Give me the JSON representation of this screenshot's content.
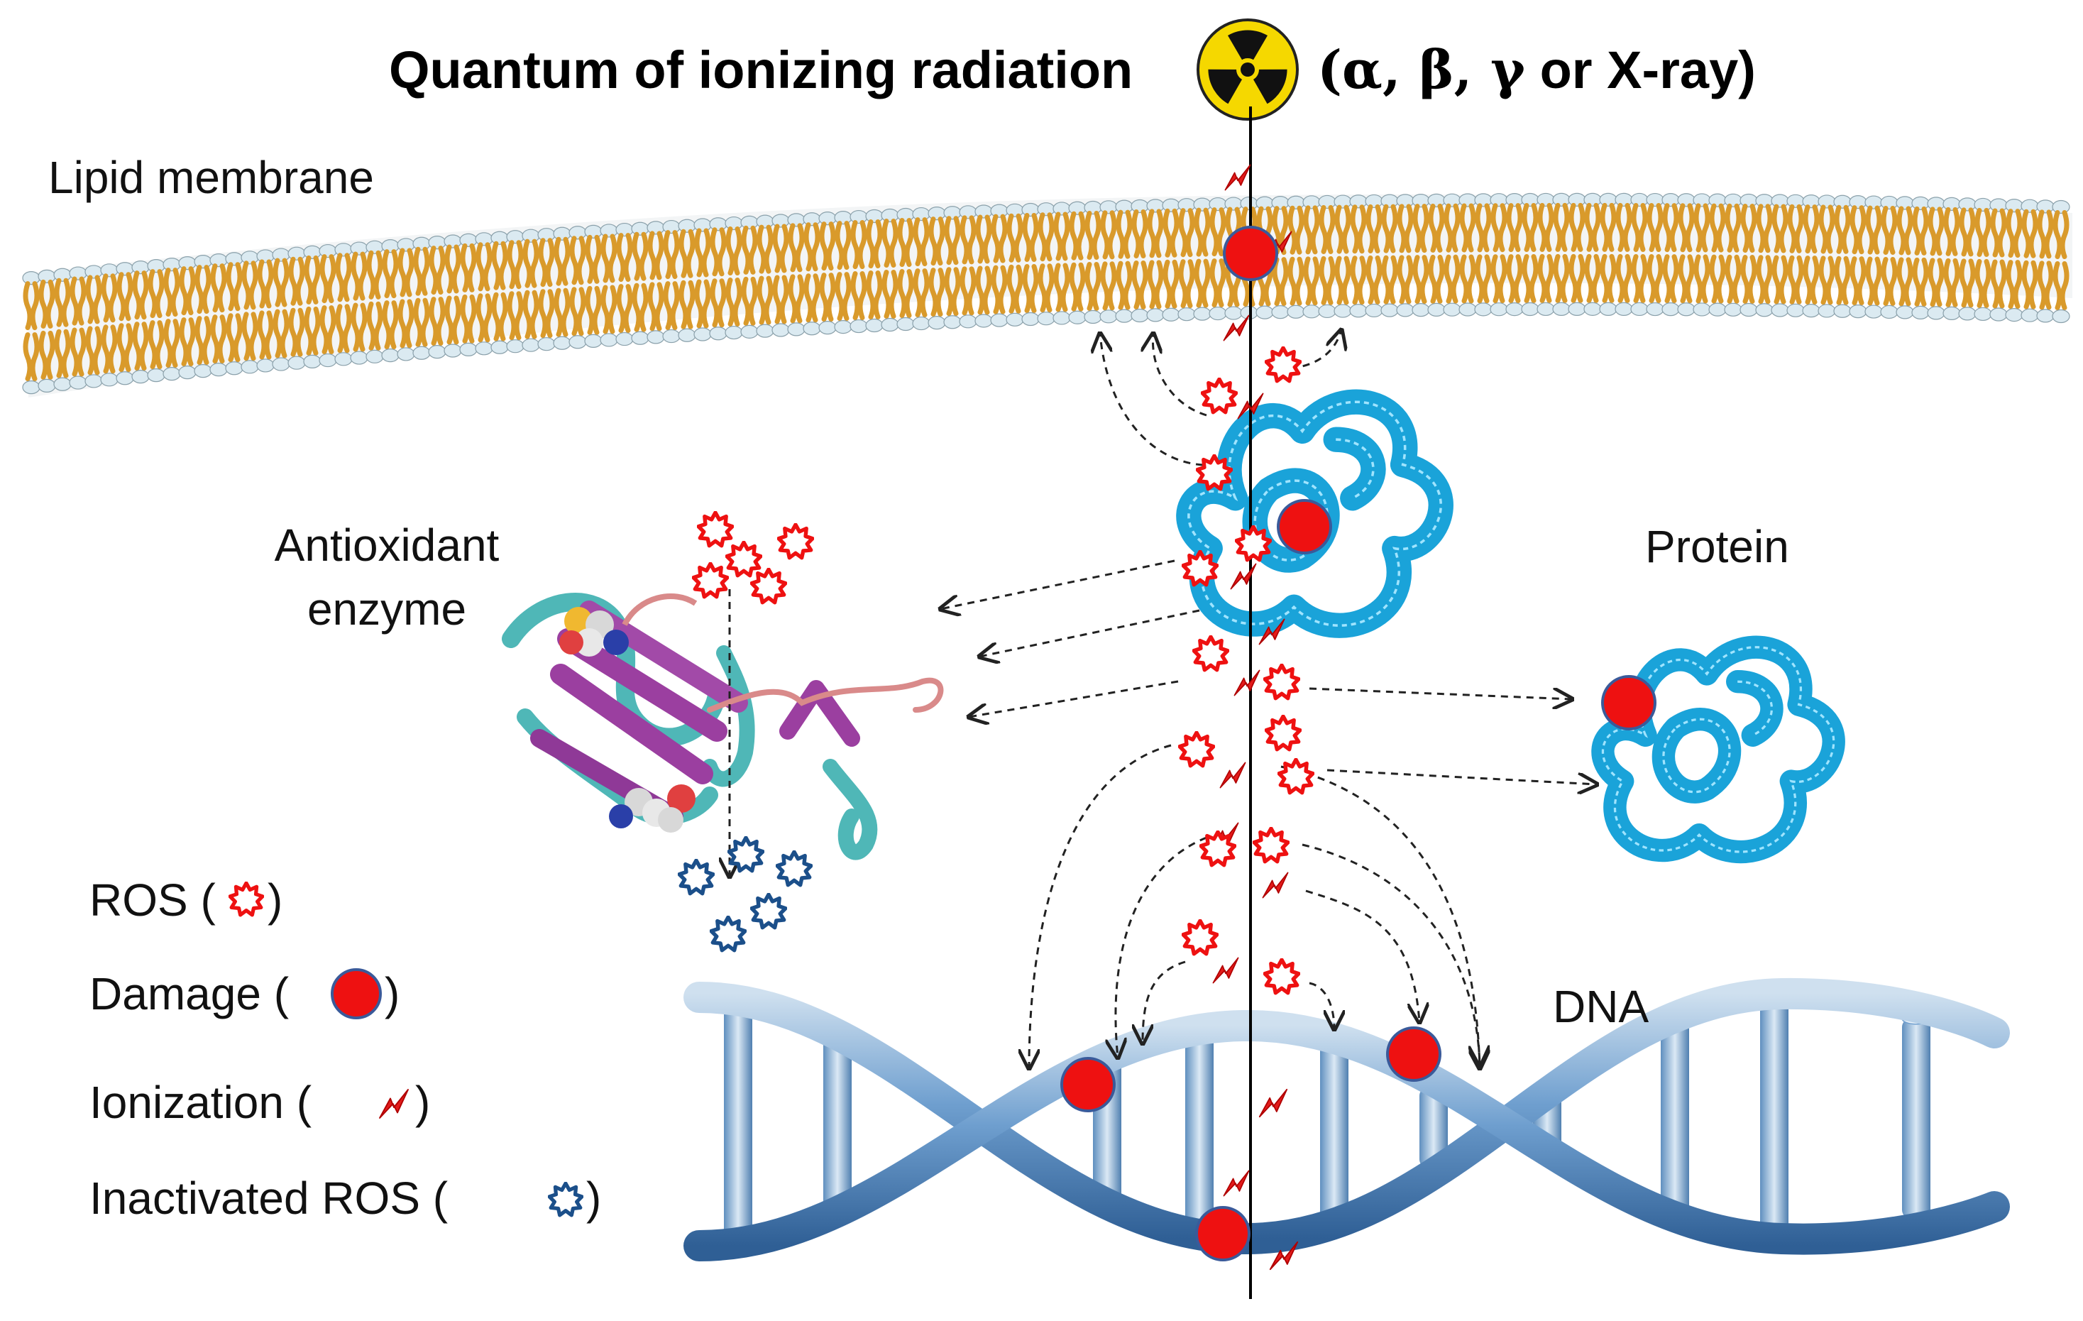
{
  "title": {
    "prefix": "Quantum of ionizing radiation",
    "suffix_open": "(",
    "greek": "α, β, γ",
    "suffix_rest": " or X-ray)",
    "icon": "radiation-trefoil-icon"
  },
  "labels": {
    "membrane": "Lipid membrane",
    "enzyme_line1": "Antioxidant",
    "enzyme_line2": "enzyme",
    "protein": "Protein",
    "dna": "DNA"
  },
  "legend": {
    "ros": {
      "before": "ROS (",
      "after": ")",
      "icon": "ros-star-icon"
    },
    "damage": {
      "before": "Damage (",
      "after": ")",
      "icon": "damage-dot-icon"
    },
    "ionization": {
      "before": "Ionization (",
      "after": ")",
      "icon": "ionization-bolt-icon"
    },
    "inactivated": {
      "before": "Inactivated ROS (",
      "after": ")",
      "icon": "inactivated-ros-icon"
    }
  },
  "colors": {
    "ros": "#ee1111",
    "damage": "#ee1111",
    "inactivated_ros": "#1b4f8a",
    "protein": "#1aa3d9",
    "membrane_tails": "#e0a83a",
    "membrane_heads": "#d6e8ef",
    "dna": "#7aa9d2",
    "radiation_yellow": "#f5d800"
  }
}
